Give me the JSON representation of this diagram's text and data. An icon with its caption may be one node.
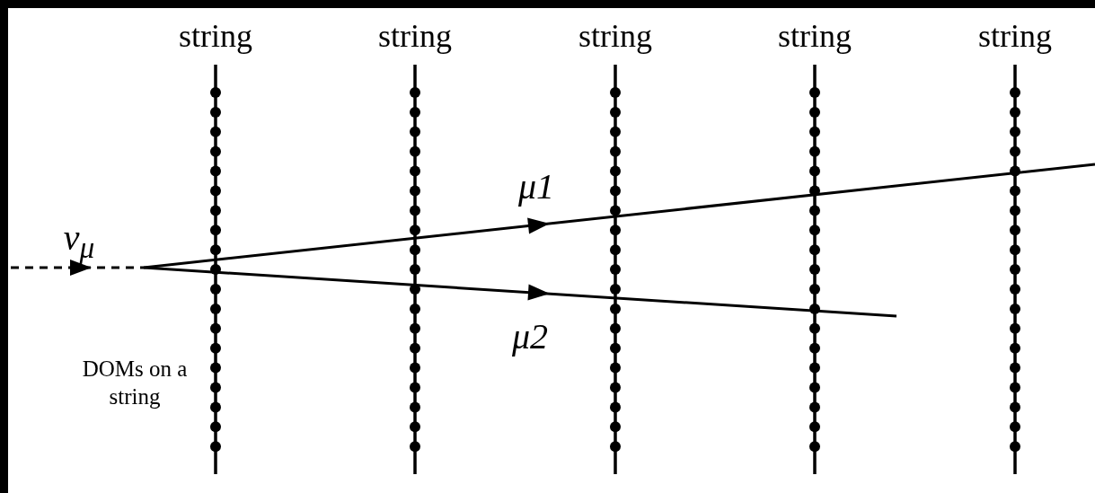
{
  "diagram": {
    "labels": [
      "string",
      "string",
      "string",
      "string",
      "string",
      "μ1",
      "ν$_{μ}$",
      "μ2",
      "DOMs on a string"
    ]
  }
}
